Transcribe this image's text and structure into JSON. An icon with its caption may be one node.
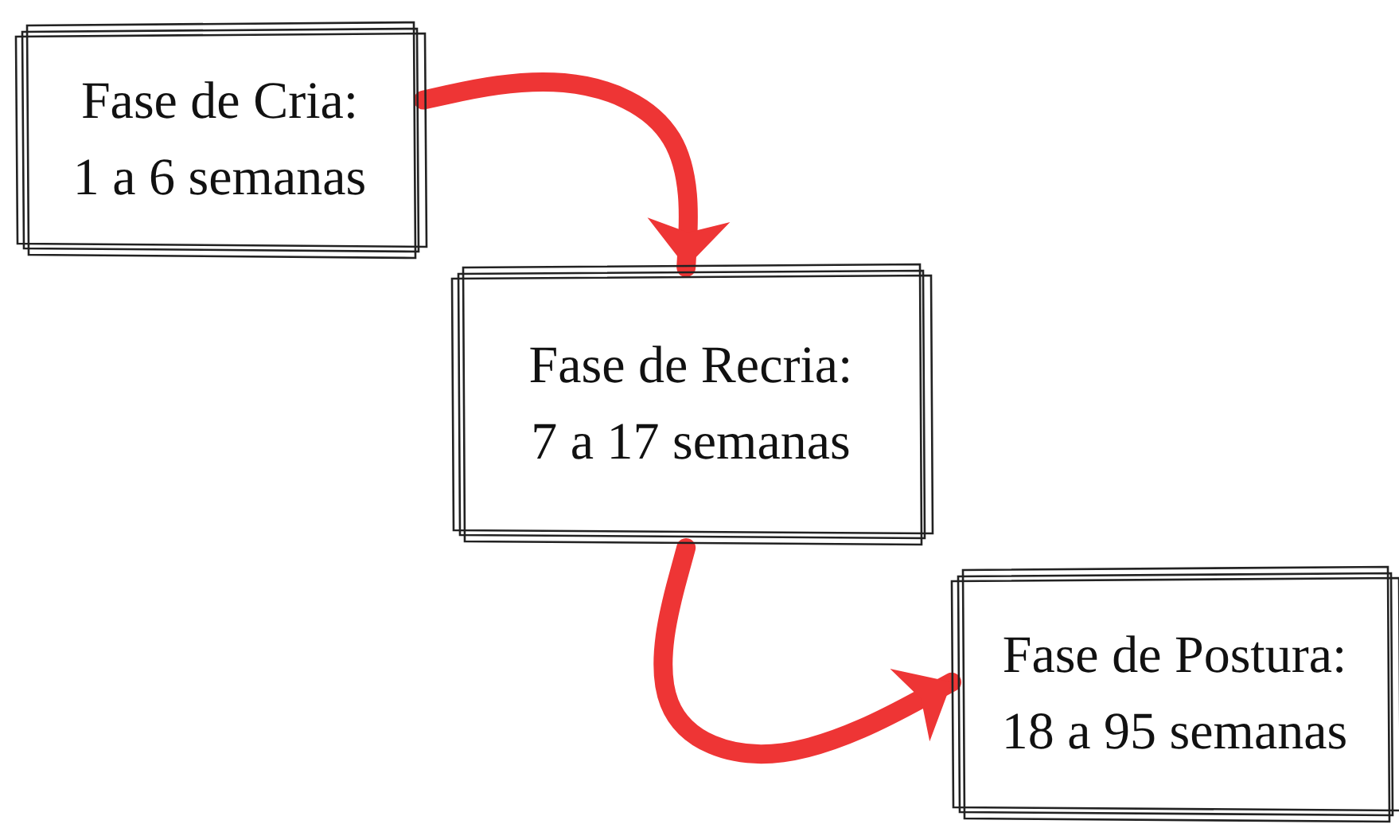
{
  "diagram": {
    "nodes": [
      {
        "text": [
          "Fase de Cria:",
          "1 a 6 semanas"
        ]
      },
      {
        "text": [
          "Fase de Recria:",
          "7 a 17 semanas"
        ]
      },
      {
        "text": [
          "Fase de Postura:",
          "18 a 95 semanas"
        ]
      }
    ],
    "edges": [
      {
        "from": 0,
        "to": 1,
        "arrow": "to"
      },
      {
        "from": 1,
        "to": 2,
        "arrow": "to"
      }
    ]
  }
}
